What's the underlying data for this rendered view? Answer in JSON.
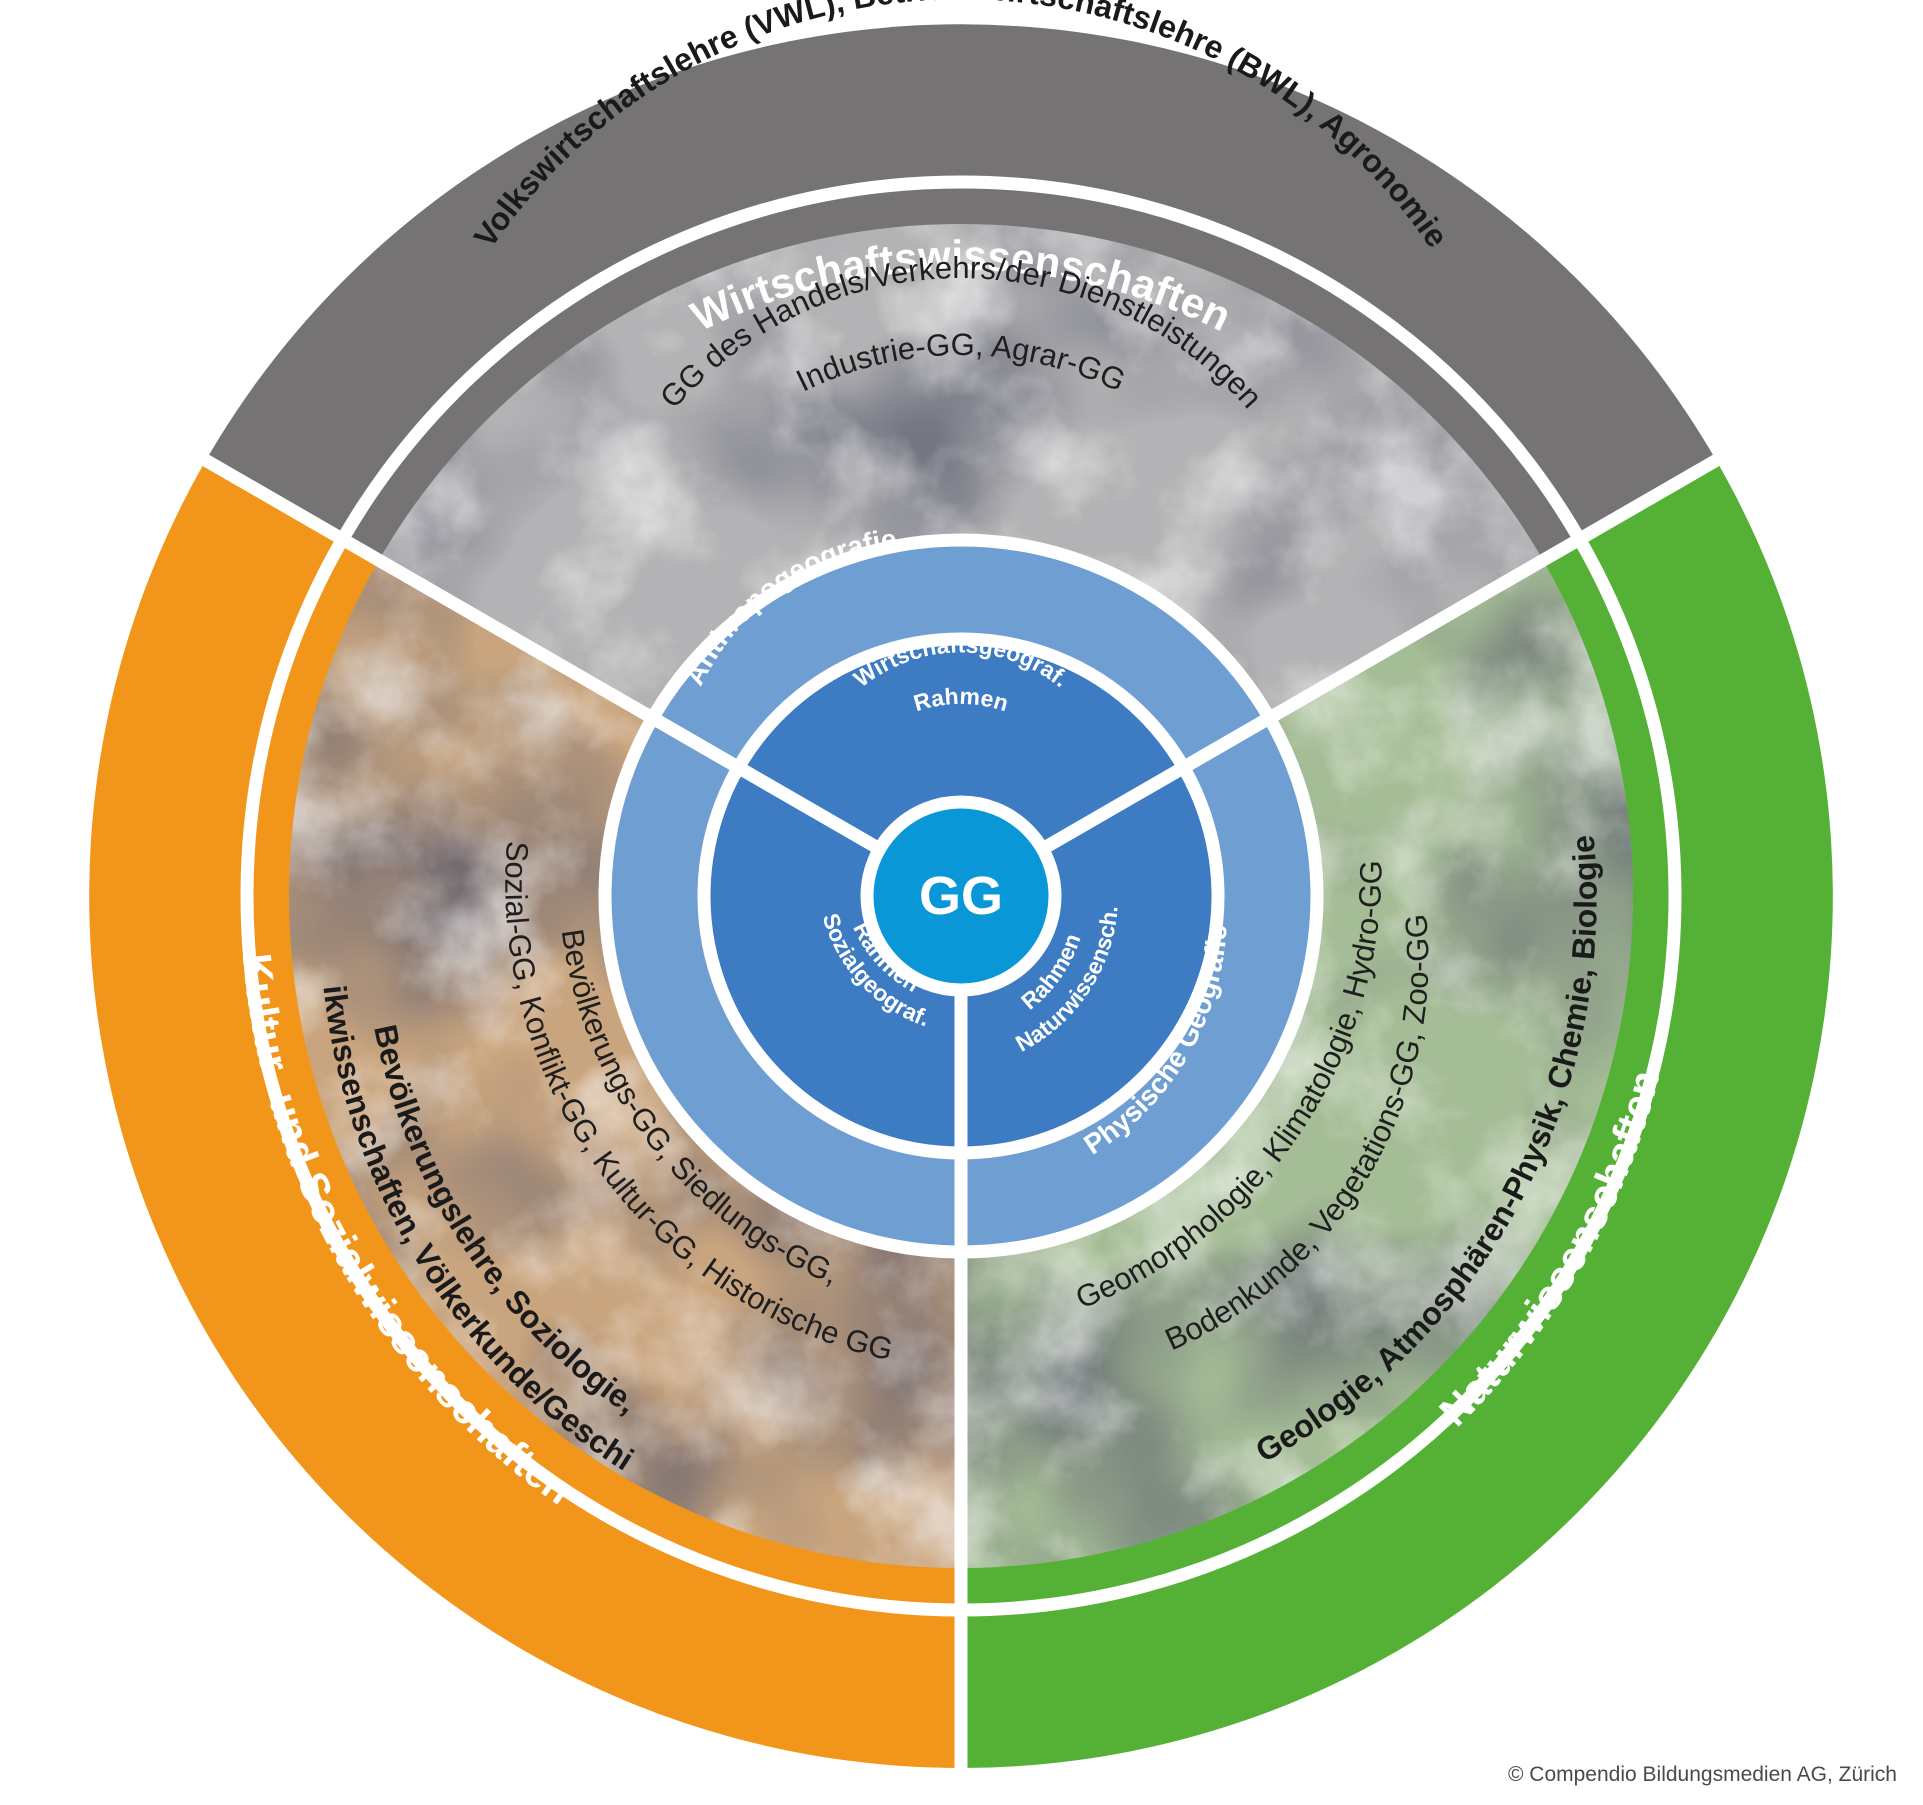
{
  "center": {
    "label": "GG"
  },
  "inner_ring": {
    "wirtschaft": {
      "line1": "Wirtschaftsgeograf.",
      "line2": "Rahmen"
    },
    "sozial": {
      "line1": "Sozialgeograf.",
      "line2": "Rahmen"
    },
    "natur": {
      "line1": "Naturwissensch.",
      "line2": "Rahmen"
    }
  },
  "middle_ring": {
    "anthropogeografie": "Anthropogeografie",
    "physische_geografie": "Physische Geografie"
  },
  "sectors": {
    "wirtschaft": {
      "ring_title": "Wirtschaftswissenschaften",
      "related_sciences": "Volkswirtschaftslehre (VWL), Betriebswirtschaftslehre (BWL), Agronomie",
      "subfields_line1": "Industrie-GG, Agrar-GG",
      "subfields_line2": "GG des Handels/Verkehrs/der Dienstleistungen"
    },
    "kultur": {
      "ring_title": "Kultur- und Sozialwissenschaften",
      "related_sciences_line1": "Politikwissenschaften, Völkerkunde/Geschichte",
      "related_sciences_line2": "Bevölkerungslehre, Soziologie,",
      "subfields_line1": "Sozial-GG, Konflikt-GG, Kultur-GG, Historische GG",
      "subfields_line2": "Bevölkerungs-GG, Siedlungs-GG,"
    },
    "natur": {
      "ring_title": "Naturwissenschaften",
      "related_sciences": "Geologie, Atmosphären-Physik, Chemie, Biologie",
      "subfields_line1": "Geomorphologie, Klimatologie, Hydro-GG",
      "subfields_line2": "Bodenkunde, Vegetations-GG, Zoo-GG"
    }
  },
  "copyright": "© Compendio Bildungsmedien AG, Zürich",
  "colors": {
    "wirtschaft_ring": "#767374",
    "kultur_ring": "#f2961b",
    "natur_ring": "#55b036",
    "wirtschaft_fill": "#b3b3b5",
    "kultur_fill": "#c9a57f",
    "natur_fill": "#a5bd96",
    "middle_ring": "#6f9fd2",
    "inner_ring": "#3d7bc2",
    "center": "#0a97d8"
  }
}
